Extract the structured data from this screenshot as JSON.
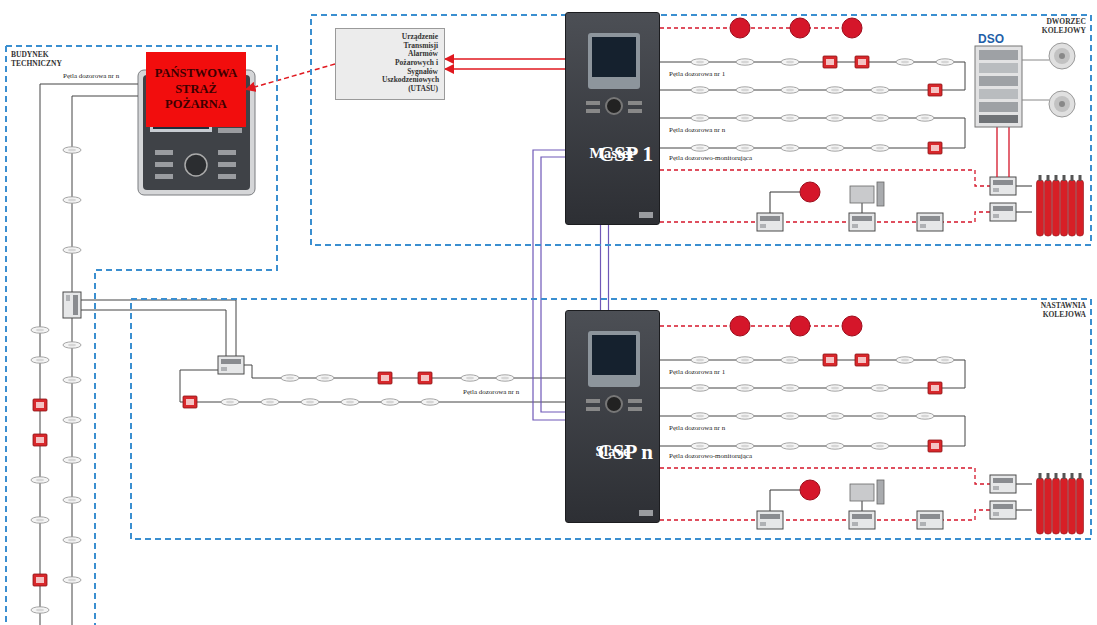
{
  "diagram": {
    "nodes": [
      {
        "text": [
          "PAŃSTWOWA STRAŻ POŻARNA"
        ]
      },
      {
        "text": [
          "DWORZEC KOLEJOWY"
        ]
      },
      {
        "text": [
          "Urządzenie Transmisji Alarmów Pożarowych i Sygnałów Uszkodzeniowych (UTASU)"
        ],
        "in": 1
      },
      {
        "text": [
          "CSP 1",
          "Master"
        ],
        "in": 1
      },
      {
        "text": [
          "DSO"
        ],
        "in": 1
      },
      {
        "text": [
          "BUDYNEK TECHNICZNY"
        ]
      },
      {
        "text": [
          "NASTAWNIA KOLEJOWA"
        ]
      },
      {
        "text": [
          "CSP n",
          "Slave"
        ],
        "in": 6
      }
    ],
    "edges": [
      {
        "from": 2,
        "to": 0,
        "arrow": "to"
      },
      {
        "from": 3,
        "to": 2,
        "arrow": "to"
      },
      {
        "from": 3,
        "to": 2,
        "arrow": "to"
      },
      {
        "from": 3,
        "to": 7,
        "arrow": "none"
      },
      {
        "from": 3,
        "to": 7,
        "arrow": "none"
      }
    ],
    "labels": [
      "Pętla dozorowa nr 1",
      "Pętla dozorowa nr n",
      "Pętla dozorowo-monitorująca",
      "Pętla dozorowa nr n",
      "Pętla dozorowa nr 1",
      "Pętla dozorowa nr n",
      "Pętla dozorowo-monitorująca",
      "Pętla dozorowa nr n"
    ]
  }
}
